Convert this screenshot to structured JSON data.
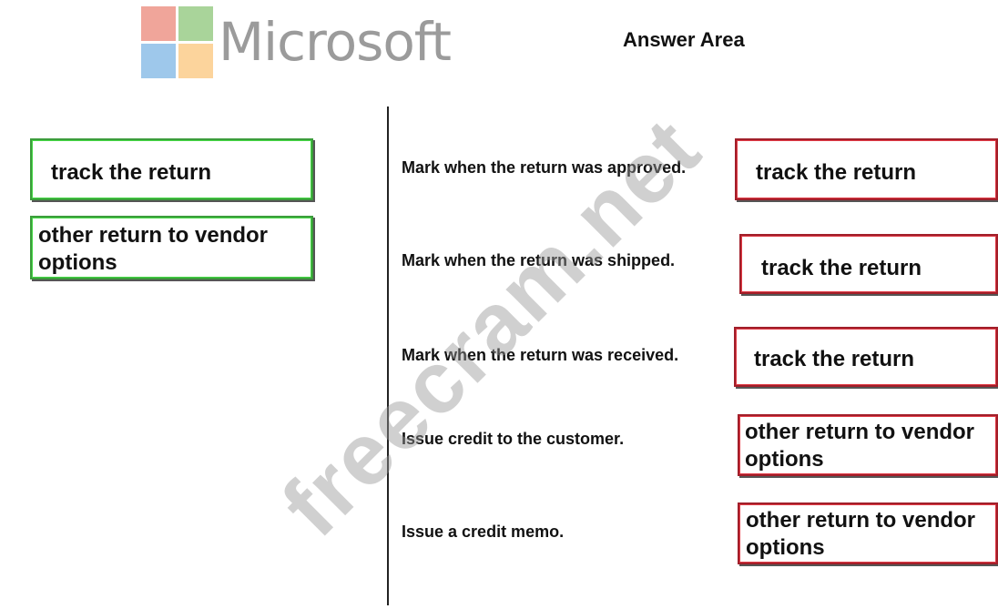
{
  "logo": {
    "word": "Microsoft",
    "colors": [
      "#f0a59a",
      "#a9d49a",
      "#9ec8eb",
      "#fcd49c"
    ]
  },
  "answer_area": {
    "title": "Answer Area"
  },
  "source_options": [
    {
      "label": "track the return"
    },
    {
      "label": "other return to vendor options"
    }
  ],
  "tasks": [
    {
      "text": "Mark when the return was approved.",
      "answer": "track the return"
    },
    {
      "text": "Mark when the return was shipped.",
      "answer": "track the return"
    },
    {
      "text": "Mark when the return was received.",
      "answer": "track the return"
    },
    {
      "text": "Issue credit to the customer.",
      "answer": "other return to vendor options"
    },
    {
      "text": "Issue a credit memo.",
      "answer": "other return to vendor options"
    }
  ],
  "watermark": "freecram.net",
  "colors": {
    "source_border": "#3c9d3c",
    "answer_border": "#a11f2a"
  }
}
